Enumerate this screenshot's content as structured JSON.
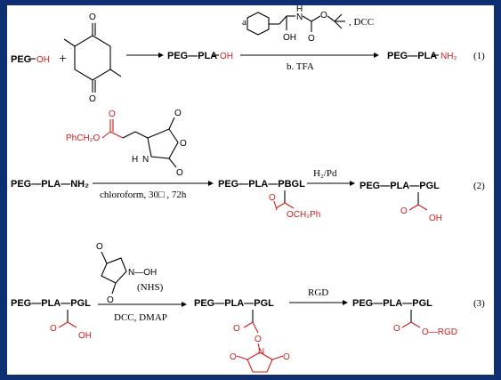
{
  "colors": {
    "frame": "#0f2f73",
    "panel": "#ffffff",
    "accent_red": "#d21c1c"
  },
  "r1": {
    "peg": "PEG",
    "oh": "OH",
    "plus": "+",
    "peg_pla": "PEG—PLA",
    "oh2": "OH",
    "reagent_a_prefix": "a",
    "reagent_a_suffix": ", DCC",
    "oh_label": "OH",
    "o_label": "O",
    "nh_label": "H",
    "n_label": "N",
    "o2": "O",
    "o3": "O",
    "ring_o_top": "O",
    "ring_o_bot": "O",
    "step_b": "b. TFA",
    "product": "PEG—PLA",
    "nh2": "NH₂",
    "number": "(1)"
  },
  "r2": {
    "reactant": "PEG—PLA—NH₂",
    "reagent_chain": "PhCH₂O",
    "o_top": "O",
    "o_ring": "O",
    "o_ring2": "O",
    "nh": "N",
    "h": "H",
    "conditions": "chloroform, 30□ , 72h",
    "mid_product": "PEG—PLA—PBGL",
    "mid_o": "O",
    "mid_ester": "OCH₂Ph",
    "step": "H₂/Pd",
    "product": "PEG—PLA—PGL",
    "p_o": "O",
    "p_oh": "OH",
    "number": "(2)"
  },
  "r3": {
    "reactant": "PEG—PLA—PGL",
    "r_o": "O",
    "r_oh": "OH",
    "nhs_o1": "O",
    "nhs_o2": "O",
    "nhs_n": "N—OH",
    "nhs_label": "(NHS)",
    "conditions": "DCC, DMAP",
    "mid_product": "PEG—PLA—PGL",
    "mid_o": "O",
    "mid_o2": "O",
    "mid_n": "N",
    "mid_o3": "O",
    "mid_o4": "O",
    "step": "RGD",
    "product": "PEG—PLA—PGL",
    "p_o": "O",
    "p_org": "O—RGD",
    "number": "(3)"
  }
}
